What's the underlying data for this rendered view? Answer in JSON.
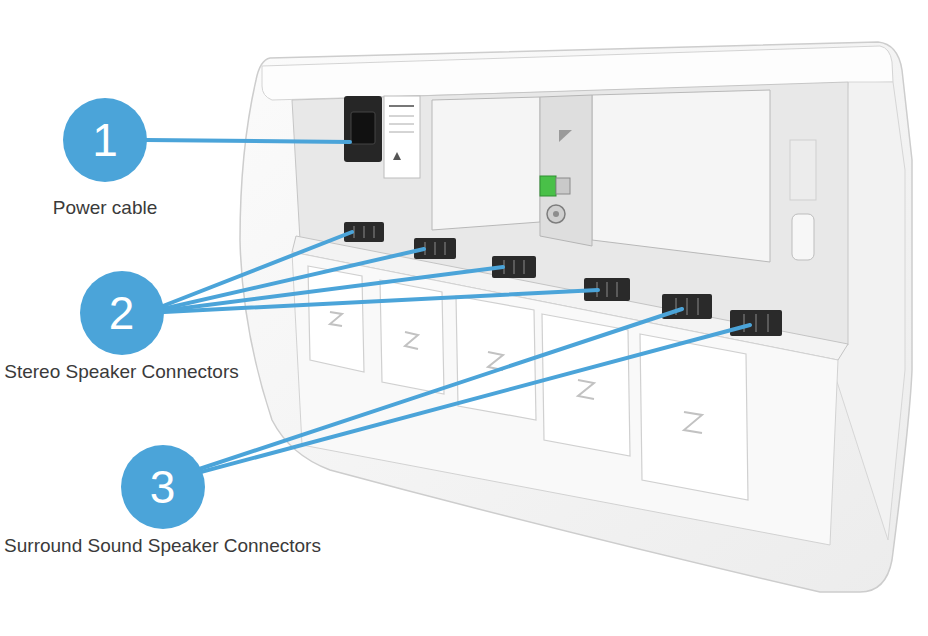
{
  "diagram": {
    "nodes": [
      {
        "text": [
          "1",
          "Power cable"
        ]
      },
      {
        "text": [
          "2",
          "Stereo Speaker Connectors"
        ]
      },
      {
        "text": [
          "3",
          "Surround Sound Speaker Connectors"
        ]
      }
    ]
  }
}
